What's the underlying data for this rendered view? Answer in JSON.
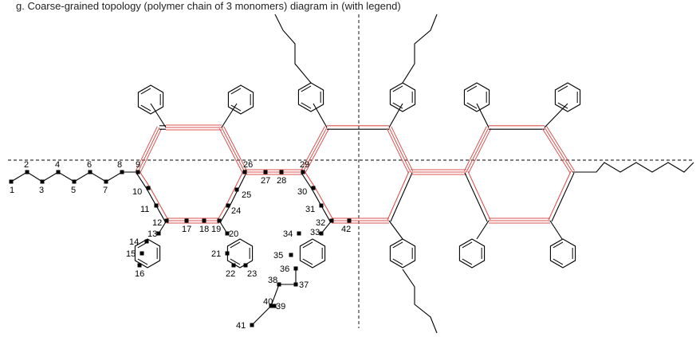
{
  "caption": "g. Coarse-grained topology (polymer chain of 3 monomers) diagram in (with legend)",
  "colors": {
    "bond": "#000000",
    "triple_bond_accent": "#d9534f",
    "bead": "#000000",
    "mirror_line": "#000000"
  },
  "atom_labels": [
    "1",
    "2",
    "3",
    "4",
    "5",
    "6",
    "7",
    "8",
    "9",
    "10",
    "11",
    "12",
    "13",
    "14",
    "15",
    "16",
    "17",
    "18",
    "19",
    "20",
    "21",
    "22",
    "23",
    "24",
    "25",
    "26",
    "27",
    "28",
    "29",
    "30",
    "31",
    "32",
    "33",
    "34",
    "35",
    "36",
    "37",
    "38",
    "39",
    "40",
    "41",
    "42"
  ]
}
